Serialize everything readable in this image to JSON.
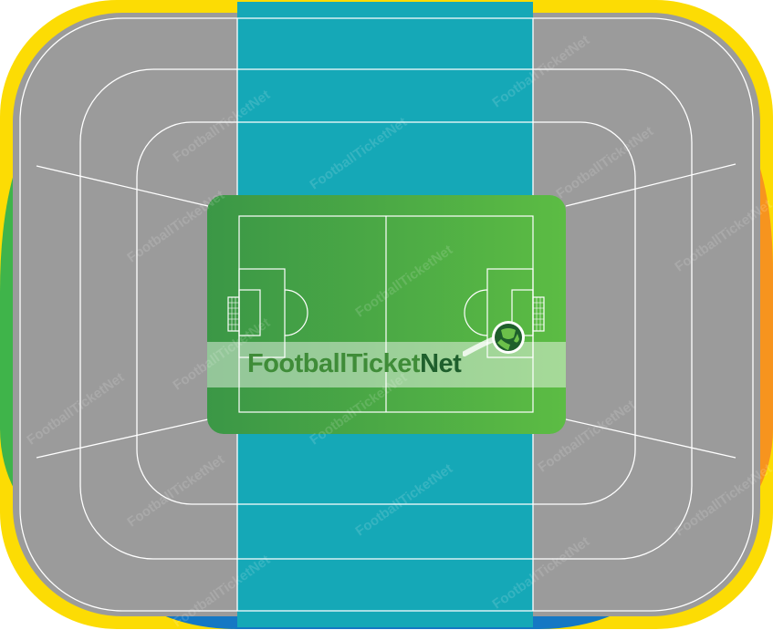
{
  "logo": {
    "part1": "Football",
    "part2": "Ticket",
    "part3": "Net",
    "full": "FootballTicketNet"
  },
  "colors": {
    "north_stand": "#fcdc04",
    "east_stand": "#f7941e",
    "south_stand": "#1578c4",
    "west_stand": "#3fb44a",
    "seating_grey": "#9b9b9b",
    "central_teal": "#15a8b7",
    "pitch_dark": "#3d9a45",
    "pitch_light": "#5bba44"
  },
  "watermark": {
    "text": "FootballTicketNet"
  }
}
